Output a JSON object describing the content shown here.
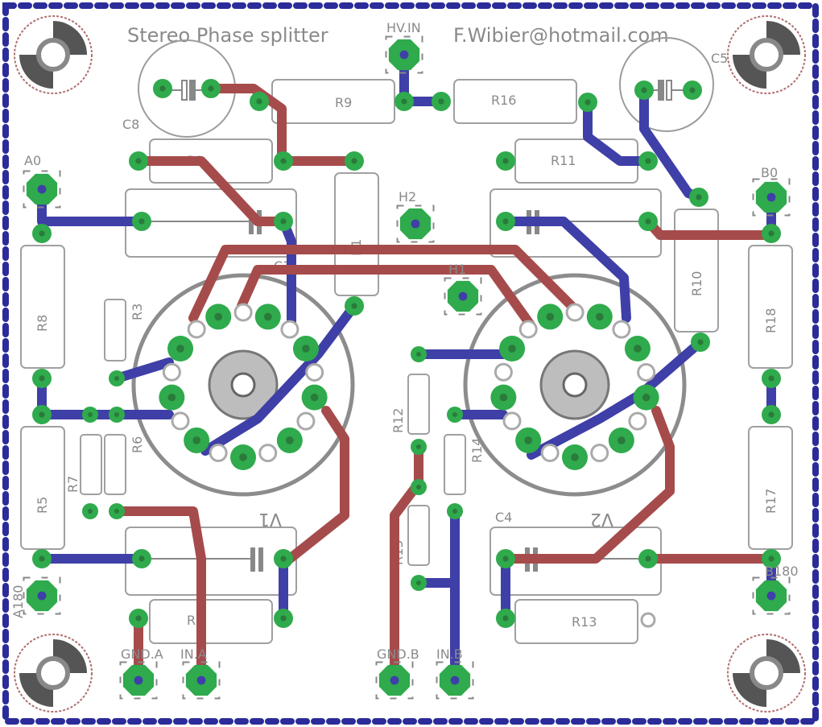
{
  "colors": {
    "border_dash": "#2b2b9a",
    "pad_green": "#2faa4c",
    "trace_top": "#a64b4b",
    "trace_bottom": "#3f3fa8",
    "silkscreen": "#8a8a8a"
  },
  "board": {
    "title": "Stereo Phase splitter",
    "author": "F.Wibier@hotmail.com"
  },
  "tubes": {
    "v1": "V1",
    "v2": "V2"
  },
  "capacitors": {
    "c1": "C1",
    "c4": "C4",
    "c5": "C5",
    "c8": "C8"
  },
  "resistors": {
    "r1": "R1",
    "r2": "R2",
    "r3": "R3",
    "r4": "R4",
    "r5": "R5",
    "r6": "R6",
    "r7": "R7",
    "r8": "R8",
    "r9": "R9",
    "r10": "R10",
    "r11": "R11",
    "r12": "R12",
    "r13": "R13",
    "r14": "R14",
    "r15": "R15",
    "r16": "R16",
    "r17": "R17",
    "r18": "R18"
  },
  "connectors": {
    "hv_in": "HV.IN",
    "a0": "A0",
    "a180": "A180",
    "b0": "B0",
    "b180": "B180",
    "gnd_a": "GND.A",
    "in_a": "IN.A",
    "gnd_b": "GND.B",
    "in_b": "IN.B",
    "h1": "H1",
    "h2": "H2"
  }
}
